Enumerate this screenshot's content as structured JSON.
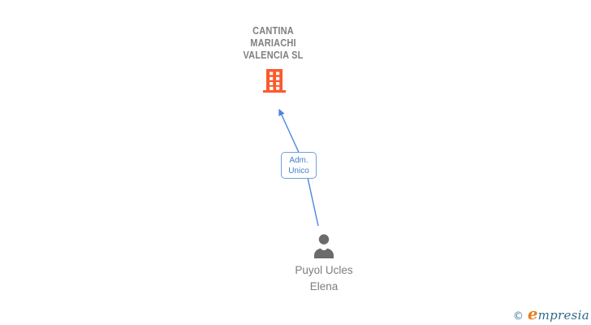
{
  "company": {
    "name": "CANTINA MARIACHI VALENCIA SL",
    "line1": "CANTINA",
    "line2": "MARIACHI",
    "line3": "VALENCIA SL"
  },
  "relationship": {
    "label": "Adm. Unico",
    "line1": "Adm.",
    "line2": "Unico"
  },
  "person": {
    "name": "Puyol Ucles Elena",
    "line1": "Puyol Ucles",
    "line2": "Elena"
  },
  "footer": {
    "copyright_symbol": "©",
    "brand": "empresia",
    "brand_initial": "e",
    "brand_rest": "mpresia"
  },
  "icons": {
    "company": "building-icon",
    "person": "person-icon",
    "connector": "arrow-up-connector"
  },
  "colors": {
    "building-orange": "#FB5A2D",
    "connector-blue": "#4A86E0",
    "box-border-blue": "#6FA0D8",
    "box-text-blue": "#4080CC",
    "title-gray": "#808080",
    "person-gray": "#6B6B6B",
    "name-gray": "#7D7D7D",
    "brand-orange": "#E87E22",
    "brand-teal": "#2F6A87",
    "copyright-teal": "#3A7C9E"
  }
}
